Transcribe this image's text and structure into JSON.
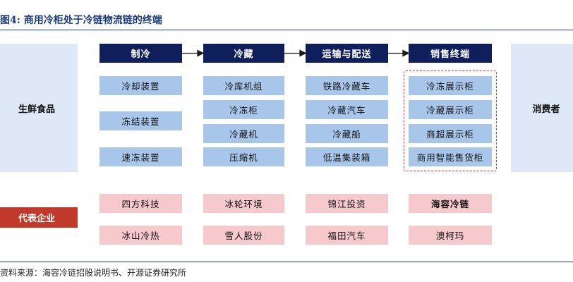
{
  "title": "图4:  商用冷柜处于冷链物流链的终端",
  "source": "资料来源：海容冷链招股说明书、开源证券研究所",
  "left_box": "生鲜食品",
  "right_box": "消费者",
  "stages": [
    "制冷",
    "冷藏",
    "运输与配送",
    "销售终端"
  ],
  "columns": [
    [
      "冷却装置",
      "冻结装置",
      "速冻装置"
    ],
    [
      "冷库机组",
      "冷冻柜",
      "冷藏机",
      "压缩机"
    ],
    [
      "铁路冷藏车",
      "冷藏汽车",
      "冷藏船",
      "低温集装箱"
    ],
    [
      "冷冻展示柜",
      "冷藏展示柜",
      "商超展示柜",
      "商用智能售货柜"
    ]
  ],
  "companies_label": "代表企业",
  "companies": [
    [
      "四方科技",
      "冰山冷热"
    ],
    [
      "冰轮环境",
      "雪人股份"
    ],
    [
      "锦江投资",
      "福田汽车"
    ],
    [
      "海容冷链",
      "澳柯玛"
    ]
  ],
  "colors": {
    "stage": "#0f1f5c",
    "equipment": "#a8c6ea",
    "company": "#f6c9cc",
    "highlight": "#c0392b",
    "side": "#dfe8f6"
  }
}
